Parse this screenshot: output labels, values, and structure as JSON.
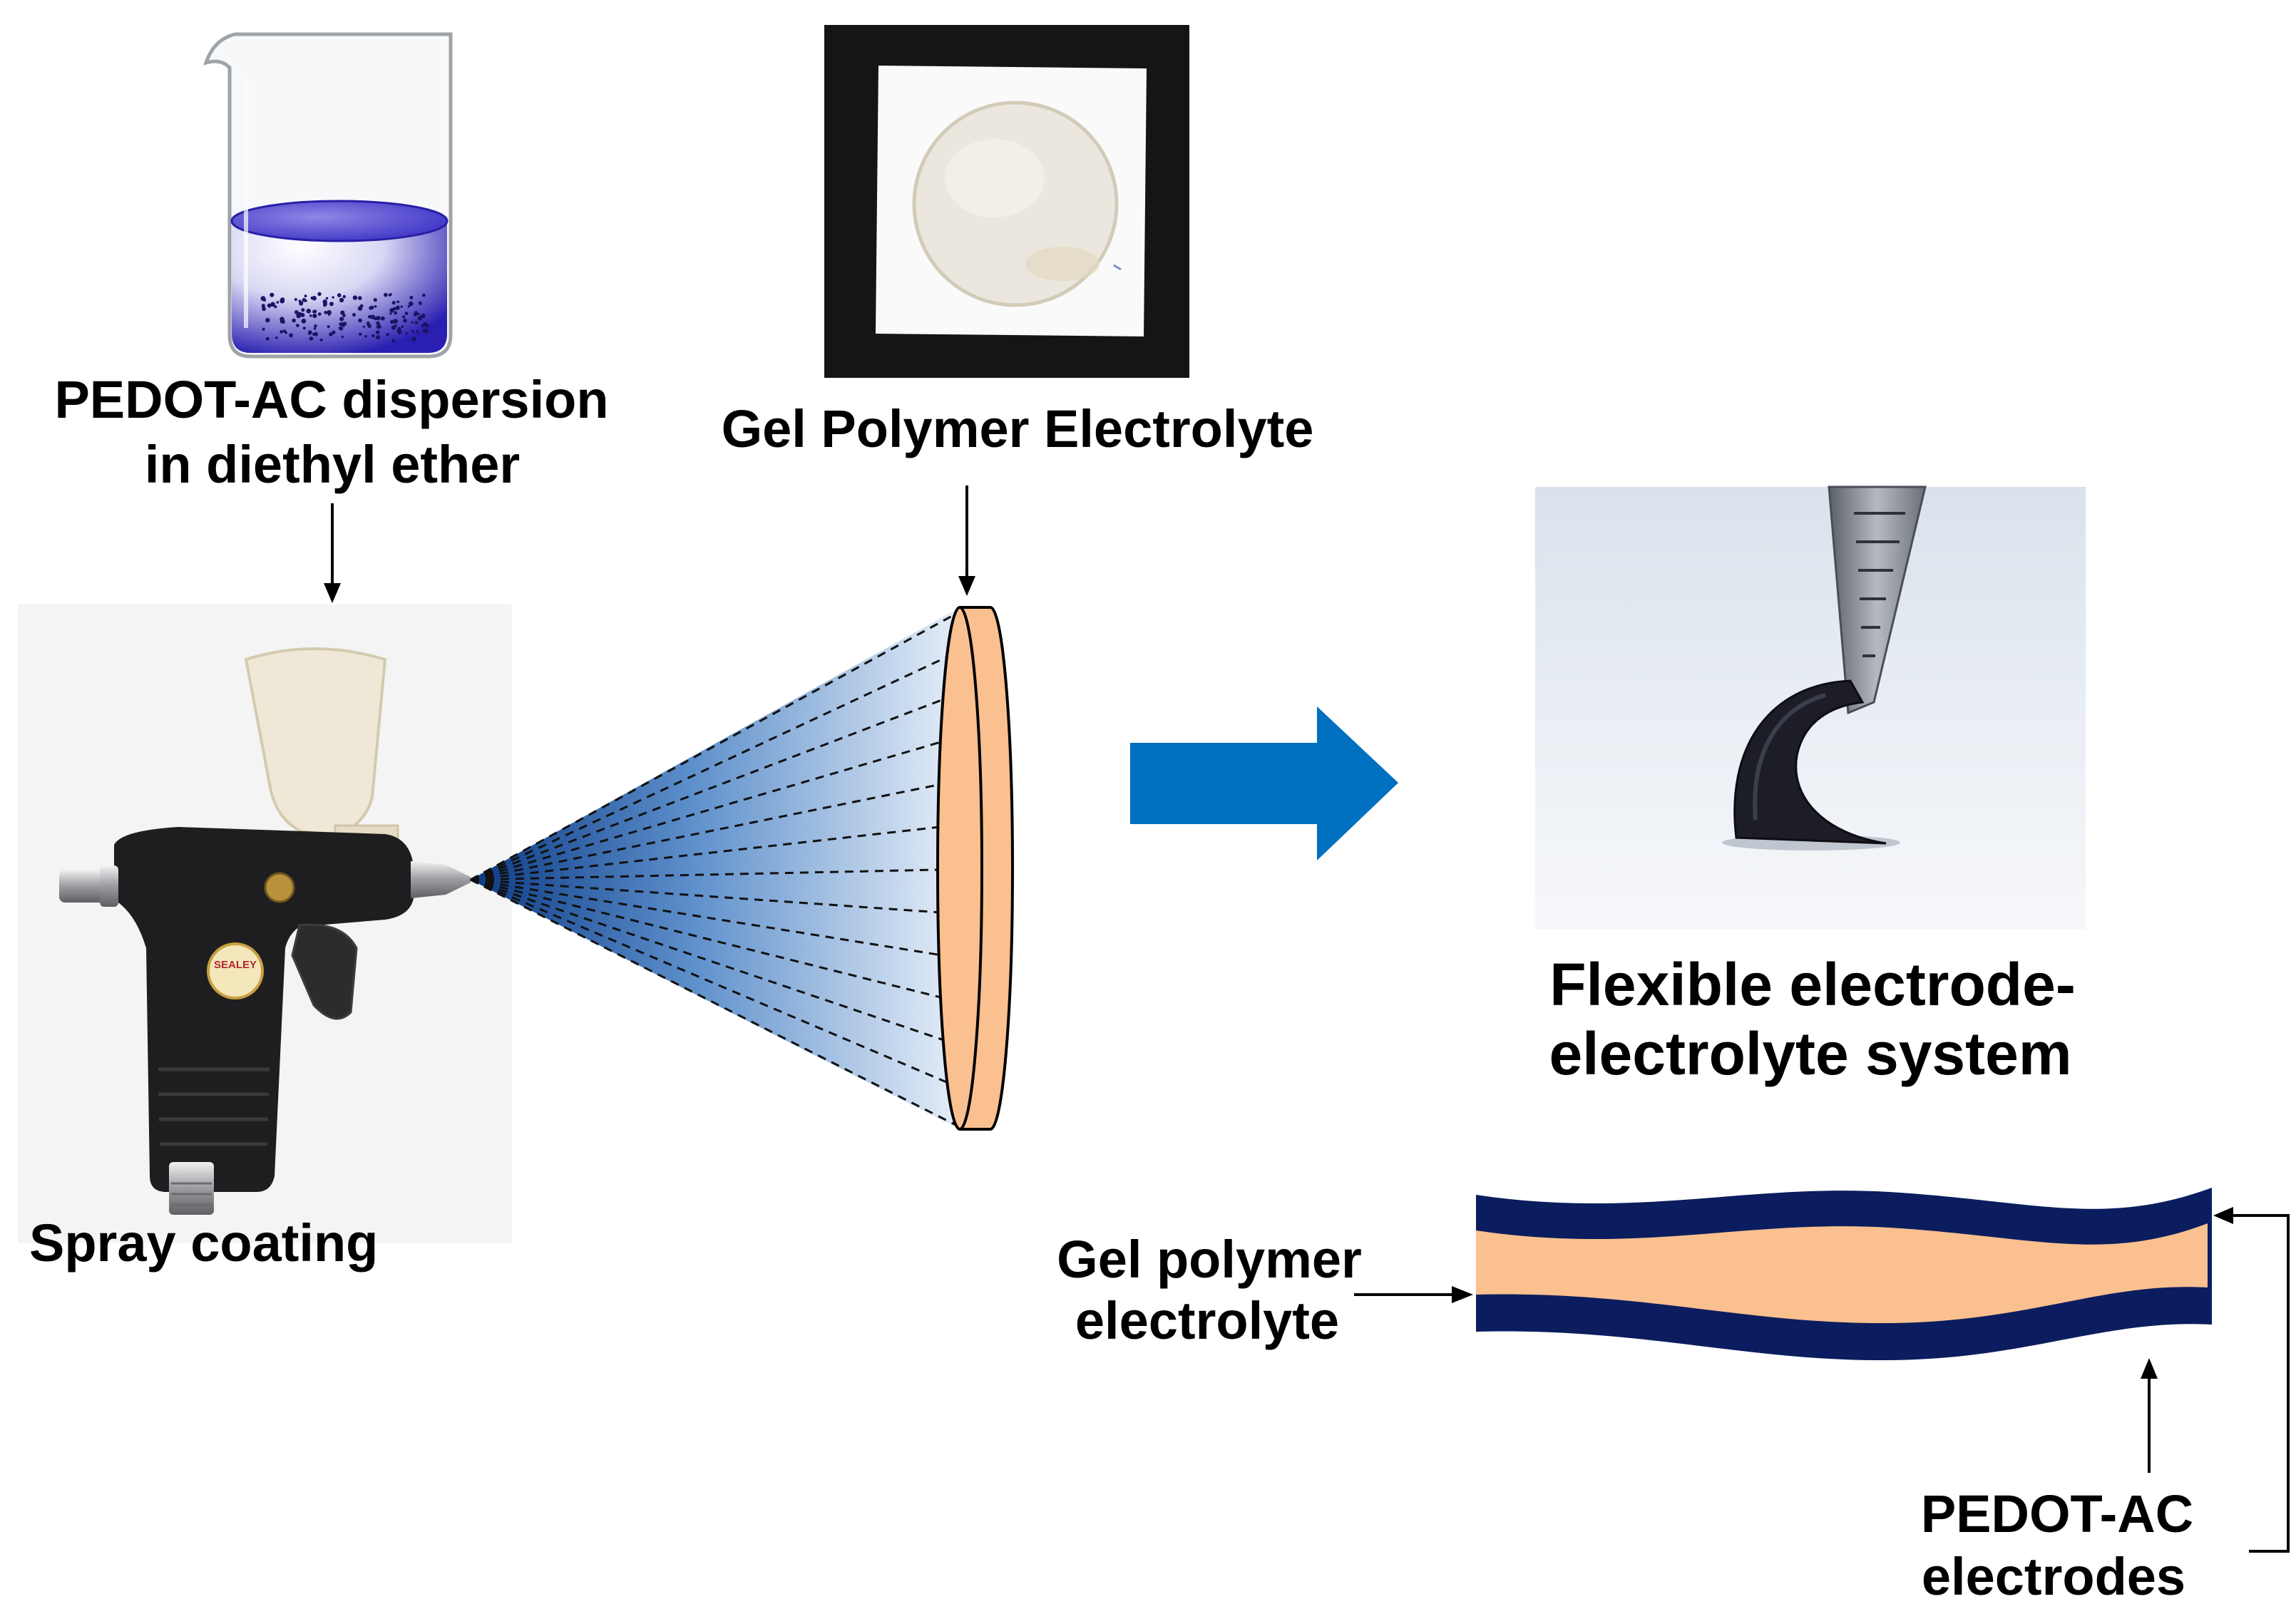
{
  "figure": {
    "beaker_label": {
      "line1": "PEDOT-AC dispersion",
      "line2": "in diethyl ether"
    },
    "gel_electrolyte_label": "Gel Polymer Electrolyte",
    "spray_label": "Spray coating",
    "flexible_label": {
      "line1": "Flexible electrode-",
      "line2": "electrolyte system"
    },
    "strip_labels": {
      "electrolyte": {
        "line1": "Gel polymer",
        "line2": "electrolyte"
      },
      "electrodes": {
        "line1": "PEDOT-AC",
        "line2": "electrodes"
      }
    },
    "sticker_brand": "SEALEY"
  },
  "colors": {
    "process_arrow": "#0070C0",
    "electrolyte": "#FAC08F",
    "electrode": "#0B1D5E",
    "spray_dark": "#0B3A85",
    "spray_light": "#E6EEF8",
    "dispersion": "#2A1FB0"
  },
  "icons": [
    "beaker-icon",
    "spray-gun-icon",
    "process-arrow-icon",
    "tweezers-icon"
  ]
}
